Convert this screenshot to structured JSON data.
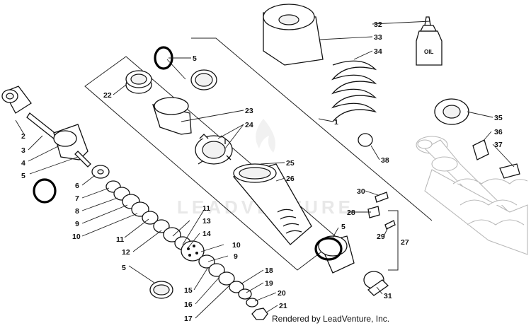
{
  "diagram": {
    "callouts": [
      "1",
      "2",
      "3",
      "4",
      "5",
      "6",
      "7",
      "8",
      "9",
      "10",
      "11",
      "12",
      "13",
      "14",
      "15",
      "16",
      "17",
      "18",
      "19",
      "20",
      "21",
      "22",
      "23",
      "24",
      "25",
      "26",
      "27",
      "28",
      "29",
      "30",
      "31",
      "32",
      "33",
      "34",
      "35",
      "36",
      "37",
      "38"
    ],
    "oil_bottle_label": "OIL",
    "watermark": "LEADVENTURE",
    "highlight_color": "#000000",
    "line_color": "#111111"
  },
  "footer": {
    "credit": "Rendered by LeadVenture, Inc."
  }
}
